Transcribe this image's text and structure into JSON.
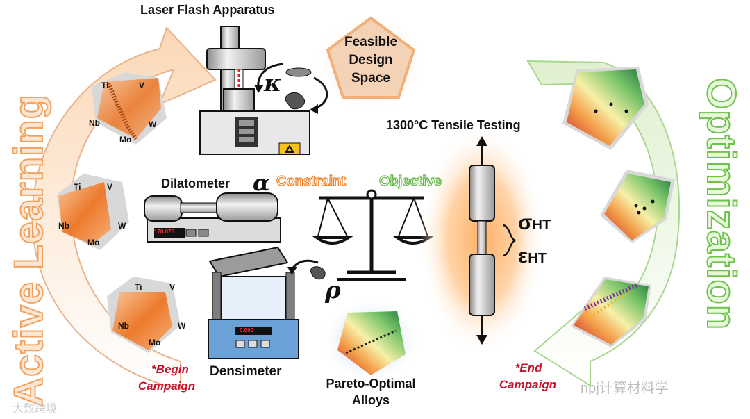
{
  "titles": {
    "left": "Active Learning",
    "right": "Optimization"
  },
  "apparatus": {
    "laser_flash": "Laser Flash Apparatus",
    "feasible": [
      "Feasible",
      "Design",
      "Space"
    ],
    "dilatometer": "Dilatometer",
    "densimeter": "Densimeter",
    "tensile": "1300°C Tensile Testing",
    "pareto": [
      "Pareto-Optimal",
      "Alloys"
    ]
  },
  "symbols": {
    "kappa": "κ",
    "alpha": "α",
    "rho": "ρ",
    "sigma": "σ",
    "epsilon": "ε",
    "subscript": "HT"
  },
  "balance": {
    "constraint": "Constraint",
    "objective": "Objective"
  },
  "campaign": {
    "begin": [
      "*Begin",
      "Campaign"
    ],
    "end": [
      "*End",
      "Campaign"
    ]
  },
  "elements": [
    "Ti",
    "V",
    "Nb",
    "W",
    "Mo"
  ],
  "display_readout": "178.076",
  "densimeter_readout": "0.000",
  "watermarks": {
    "left": "大数跨境",
    "right": "npj计算材料学"
  },
  "colors": {
    "orange": "#ef7d22",
    "green": "#5fb544",
    "red_text": "#c8102e"
  }
}
